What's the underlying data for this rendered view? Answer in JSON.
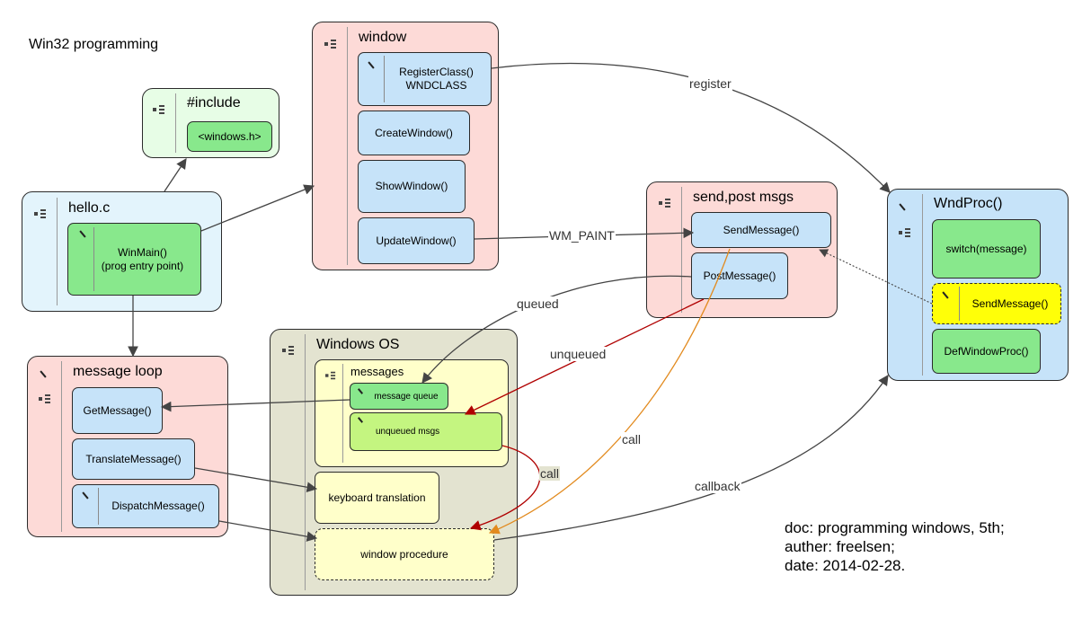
{
  "title": "Win32 programming",
  "note": [
    "doc: programming windows, 5th;",
    "auther: freelsen;",
    "date: 2014-02-28."
  ],
  "groups": {
    "include": {
      "title": "#include",
      "items": [
        "<windows.h>"
      ]
    },
    "hello": {
      "title": "hello.c",
      "items": [
        "WinMain()",
        "(prog entry point)"
      ]
    },
    "window": {
      "title": "window",
      "items": [
        "RegisterClass()",
        "WNDCLASS",
        "CreateWindow()",
        "ShowWindow()",
        "UpdateWindow()"
      ]
    },
    "send": {
      "title": "send,post msgs",
      "items": [
        "SendMessage()",
        "PostMessage()"
      ]
    },
    "wndproc": {
      "title": "WndProc()",
      "items": [
        "switch(message)",
        "SendMessage()",
        "DefWindowProc()"
      ]
    },
    "loop": {
      "title": "message loop",
      "items": [
        "GetMessage()",
        "TranslateMessage()",
        "DispatchMessage()"
      ]
    },
    "os": {
      "title": "Windows OS",
      "items": [
        "keyboard translation",
        "window procedure"
      ]
    },
    "messages": {
      "title": "messages",
      "items": [
        "message queue",
        "unqueued msgs"
      ]
    }
  },
  "edges": {
    "register": "register",
    "wm_paint": "WM_PAINT",
    "queued": "queued",
    "unqueued": "unqueued",
    "call1": "call",
    "call2": "call",
    "callback": "callback"
  },
  "colors": {
    "pink_group": "#fddad7",
    "blue_group": "#e3f4fc",
    "green_group": "#e7fde6",
    "wndproc_group": "#c6e3f9",
    "os_group": "#e3e3d0",
    "messages_group": "#ffffca",
    "node_blue": "#c6e3f9",
    "node_green": "#88e88c",
    "node_lightgreen": "#c4f580",
    "node_yellow": "#ffff08",
    "edge_gray": "#444444",
    "edge_red": "#b00000",
    "edge_orange": "#e28a1e"
  }
}
